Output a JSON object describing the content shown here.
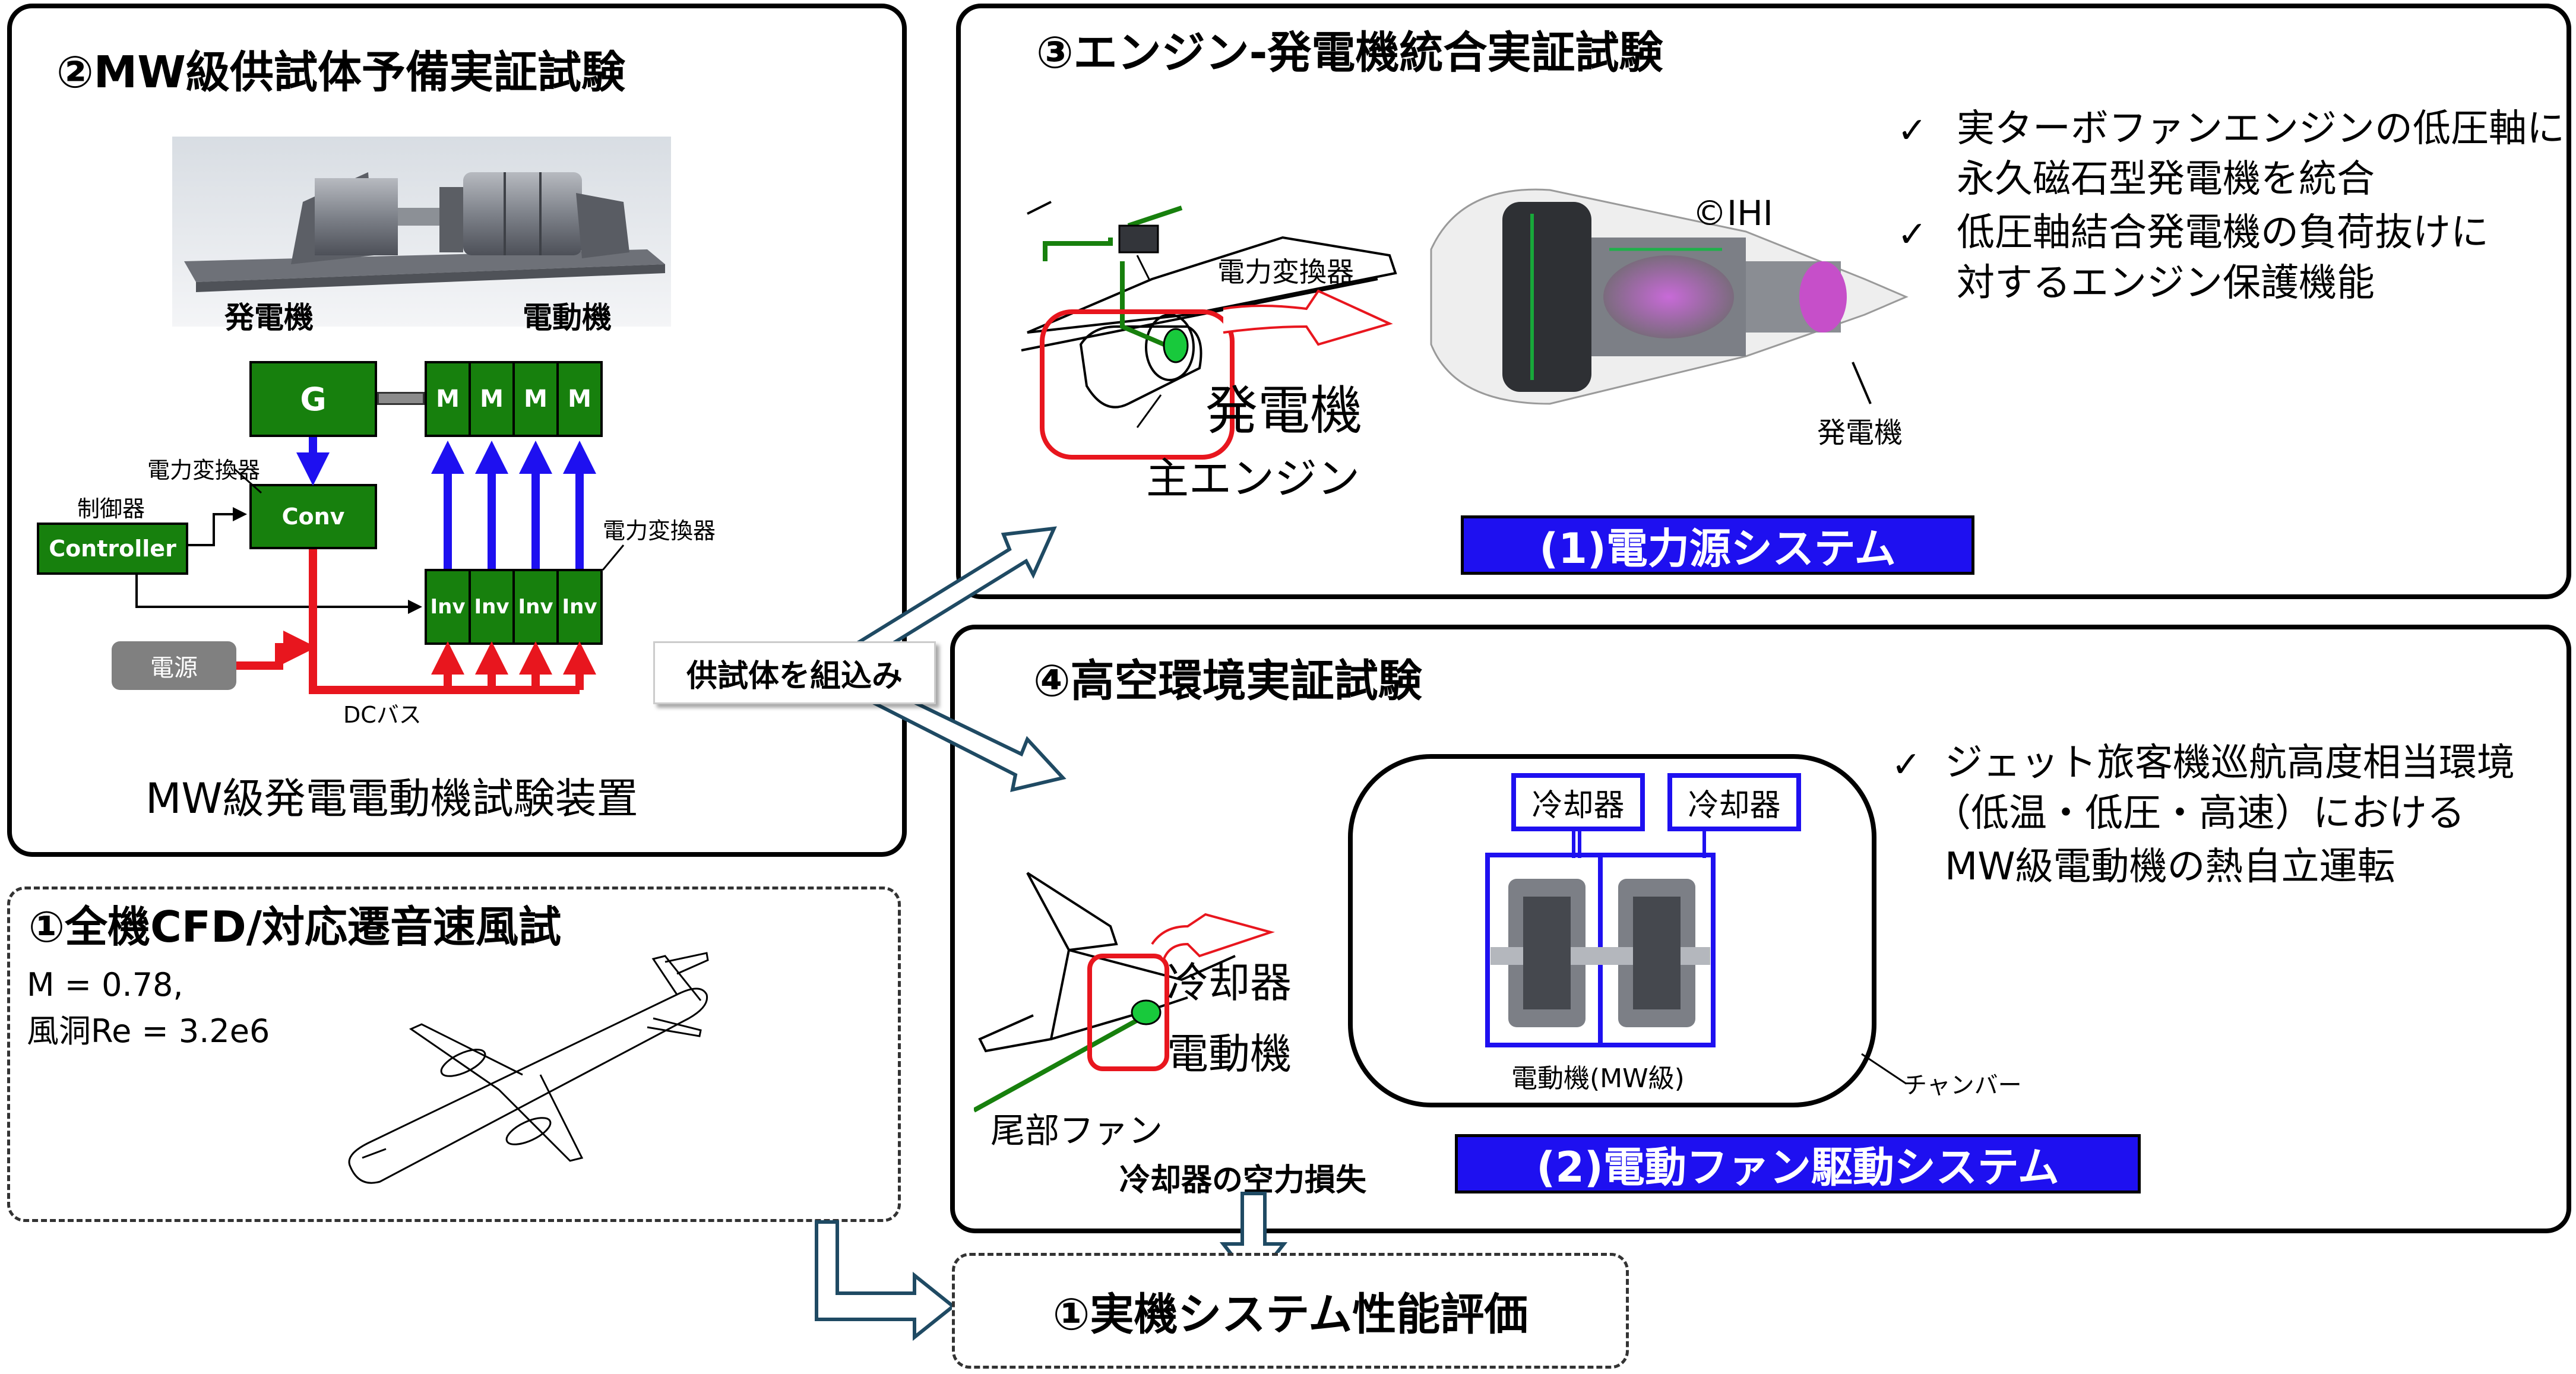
{
  "panel2": {
    "title": "②MW級供試体予備実証試験",
    "generator_label": "発電機",
    "motor_label": "電動機",
    "g_label": "G",
    "m_label": "M",
    "converter_label_top": "電力変換器",
    "controller_caption": "制御器",
    "controller_label": "Controller",
    "conv_label": "Conv",
    "converter_label_right": "電力変換器",
    "inv_label": "Inv",
    "power_source_label": "電源",
    "dc_bus_label": "DCバス",
    "caption": "MW級発電電動機試験装置"
  },
  "panel1": {
    "title": "①全機CFD/対応遷音速風試",
    "mach": "M = 0.78,",
    "reynolds": "風洞Re = 3.2e6"
  },
  "panel3": {
    "title": "③エンジン-発電機統合実証試験",
    "converter_label": "電力変換器",
    "generator_label_large": "発電機",
    "main_engine_label": "主エンジン",
    "copyright": "©IHI",
    "generator_label_small": "発電機",
    "bullets": [
      "実ターボファンエンジンの低圧軸に",
      "永久磁石型発電機を統合",
      "低圧軸結合発電機の負荷抜けに",
      "対するエンジン保護機能"
    ],
    "check": "✓",
    "system_label": "(1)電力源システム"
  },
  "panel4": {
    "title": "④高空環境実証試験",
    "cooler_label": "冷却器",
    "motor_label": "電動機",
    "tail_fan_label": "尾部ファン",
    "cooler_box_label": "冷却器",
    "motor_mw_label": "電動機(MW級)",
    "chamber_label": "チャンバー",
    "bullets": [
      "ジェット旅客機巡航高度相当環境",
      "（低温・低圧・高速）における",
      "MW級電動機の熱自立運転"
    ],
    "check": "✓",
    "system_label": "(2)電動ファン駆動システム",
    "aero_loss_label": "冷却器の空力損失"
  },
  "flow": {
    "integrate_label": "供試体を組込み",
    "final_label": "①実機システム性能評価"
  },
  "colors": {
    "accent_blue": "#1e10f0",
    "green": "#17800d",
    "red": "#e8161e",
    "arrow_outline": "#1f4a63"
  }
}
